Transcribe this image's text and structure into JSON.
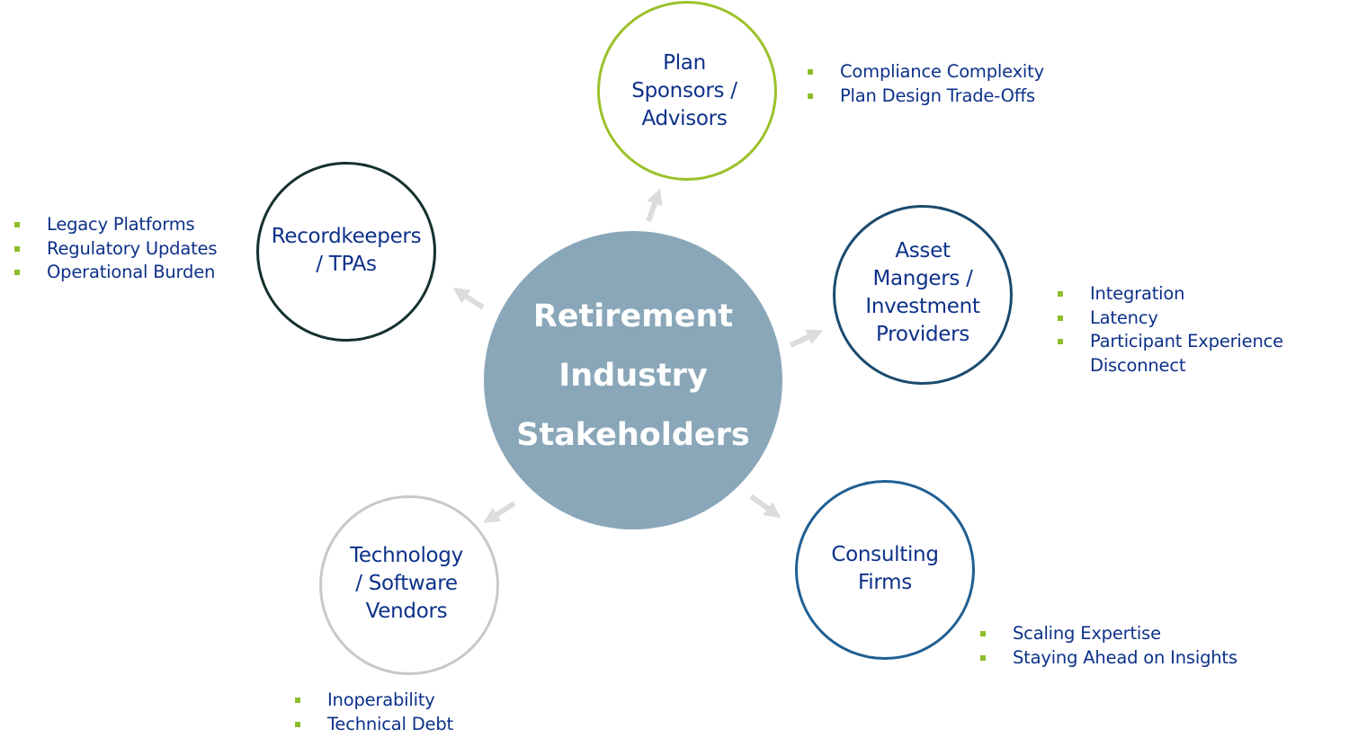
{
  "colors": {
    "center": "#8aa7b9",
    "plan": "#9bc12a",
    "recordkeepers": "#14302f",
    "asset": "#1a4a6e",
    "consulting": "#1f5f93",
    "technology": "#c8c8c8",
    "arrow": "#dcdcdc",
    "bullet": "#8cbd2a",
    "text": "#0d3189"
  },
  "center": {
    "label": "Retirement\nIndustry\nStakeholders"
  },
  "nodes": {
    "plan": {
      "label": "Plan\nSponsors /\nAdvisors",
      "bullets": [
        "Compliance Complexity",
        "Plan Design Trade-Offs"
      ]
    },
    "recordkeepers": {
      "label": "Recordkeepers\n/ TPAs",
      "bullets": [
        "Legacy Platforms",
        "Regulatory Updates",
        "Operational Burden"
      ]
    },
    "asset": {
      "label": "Asset\nMangers /\nInvestment\nProviders",
      "bullets": [
        "Integration",
        "Latency",
        "Participant Experience",
        "Disconnect"
      ]
    },
    "consulting": {
      "label": "Consulting\nFirms",
      "bullets": [
        "Scaling Expertise",
        "Staying Ahead on Insights"
      ]
    },
    "technology": {
      "label": "Technology\n/ Software\nVendors",
      "bullets": [
        "Inoperability",
        "Technical Debt"
      ]
    }
  }
}
